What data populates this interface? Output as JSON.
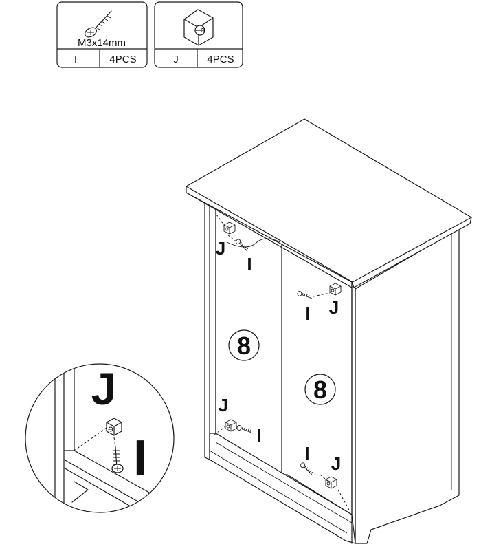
{
  "parts": [
    {
      "id": "I",
      "spec": "M3x14mm",
      "qty": "4PCS",
      "icon": "screw-icon"
    },
    {
      "id": "J",
      "spec": "",
      "qty": "4PCS",
      "icon": "cam-connector-icon"
    }
  ],
  "labels": {
    "panel_left_number": "8",
    "panel_right_number": "8",
    "j_top_left": "J",
    "i_top_left": "I",
    "j_top_right": "J",
    "i_top_right": "I",
    "j_bottom_left": "J",
    "i_bottom_left": "I",
    "i_bottom_right": "I",
    "j_bottom_right": "J",
    "detail_j": "J",
    "detail_i": "I"
  }
}
